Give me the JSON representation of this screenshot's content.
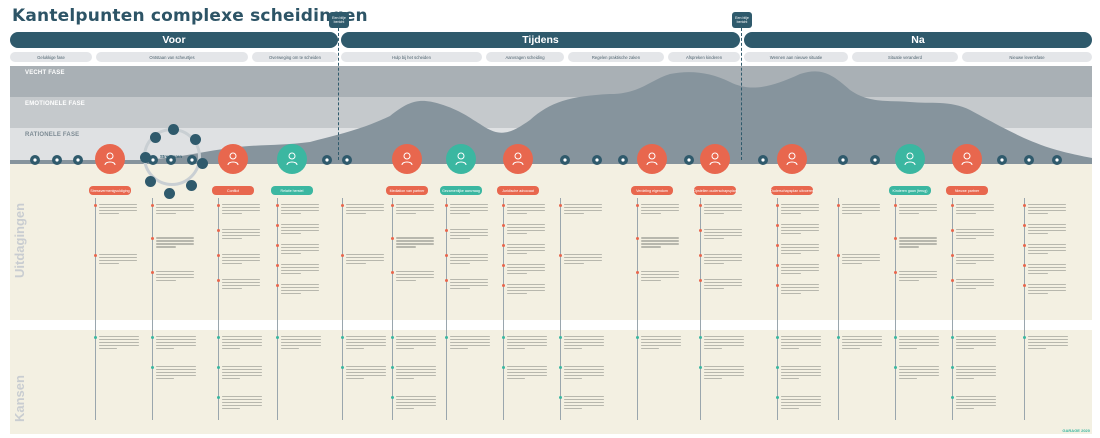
{
  "title": "Kantelpunten complexe scheidingen",
  "phases": [
    {
      "label": "Voor"
    },
    {
      "label": "Tijdens"
    },
    {
      "label": "Na"
    }
  ],
  "markers": [
    {
      "label": "Een blije bericht"
    },
    {
      "label": "Een blije bericht"
    }
  ],
  "steps": [
    {
      "label": "Gelukkige fase"
    },
    {
      "label": "Ontstaan van scheurtjes"
    },
    {
      "label": "Overweging om te scheiden"
    },
    {
      "label": "Hulp bij het scheiden"
    },
    {
      "label": "Aanvragen scheiding"
    },
    {
      "label": "Regelen praktische zaken"
    },
    {
      "label": "Afspreken kinderen"
    },
    {
      "label": "Wennen aan nieuwe situatie"
    },
    {
      "label": "Situatie veranderd"
    },
    {
      "label": "Nieuwe levensfase"
    }
  ],
  "bands": [
    {
      "label": "VECHT FASE"
    },
    {
      "label": "EMOTIONELE FASE"
    },
    {
      "label": "RATIONELE FASE"
    }
  ],
  "sections": {
    "challenges": "Uitdagingen",
    "opportunities": "Kansen"
  },
  "stress_label": "Stressoren",
  "big_nodes": [
    {
      "label": "Stressvermenigvuldiging",
      "color": "red"
    },
    {
      "label": "Conflict",
      "color": "red"
    },
    {
      "label": "Relatie herstel",
      "color": "teal"
    },
    {
      "label": "Mediation van partner",
      "color": "red"
    },
    {
      "label": "Gezamenlijke aanvraag",
      "color": "teal"
    },
    {
      "label": "Juridische advocaat",
      "color": "red"
    },
    {
      "label": "Verdeling eigendom",
      "color": "red"
    },
    {
      "label": "Opstellen ouderschapsplan",
      "color": "red"
    },
    {
      "label": "Ouderschapsplan uitvoeren",
      "color": "red"
    },
    {
      "label": "Kinderen gaan (terug)",
      "color": "teal"
    },
    {
      "label": "Nieuwe partner",
      "color": "red"
    }
  ],
  "logo": "GARAGE 2020",
  "colors": {
    "dark": "#2f5a6c",
    "red": "#e8674e",
    "teal": "#3bb7a1",
    "cream": "#f3f0e2",
    "band_dark": "#a9b0b5",
    "band_mid": "#c5c9cc",
    "band_light": "#dfe1e3",
    "wave": "#86949d"
  }
}
